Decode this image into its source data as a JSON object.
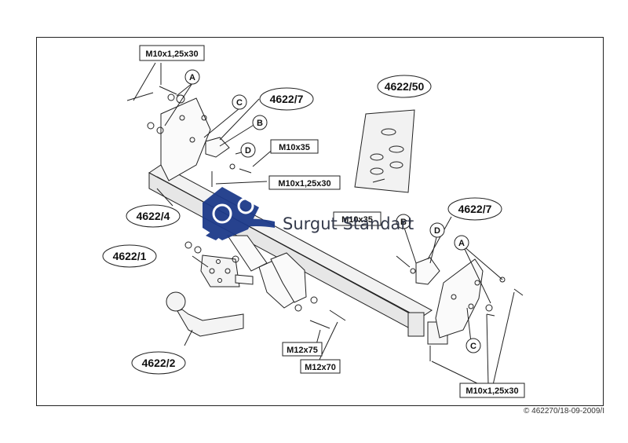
{
  "callouts": {
    "bar": "4622/4",
    "bracket_left": "4622/7",
    "bracket_right": "4622/7",
    "plate": "4622/1",
    "ball": "4622/2",
    "kit": "4622/50"
  },
  "letters": {
    "a": "A",
    "b": "B",
    "c": "C",
    "d": "D"
  },
  "bolts": {
    "top_left": "M10x1,25x30",
    "m10x35_top": "M10x35",
    "mid": "M10x1,25x30",
    "m10x35_right": "M10x35",
    "m12x75": "M12x75",
    "m12x70": "M12x70",
    "bottom_right": "M10x1,25x30"
  },
  "watermark": {
    "text": "Surgut Standart",
    "color": "#1d3a8a"
  },
  "copyright": "© 462270/18-09-2009/I"
}
